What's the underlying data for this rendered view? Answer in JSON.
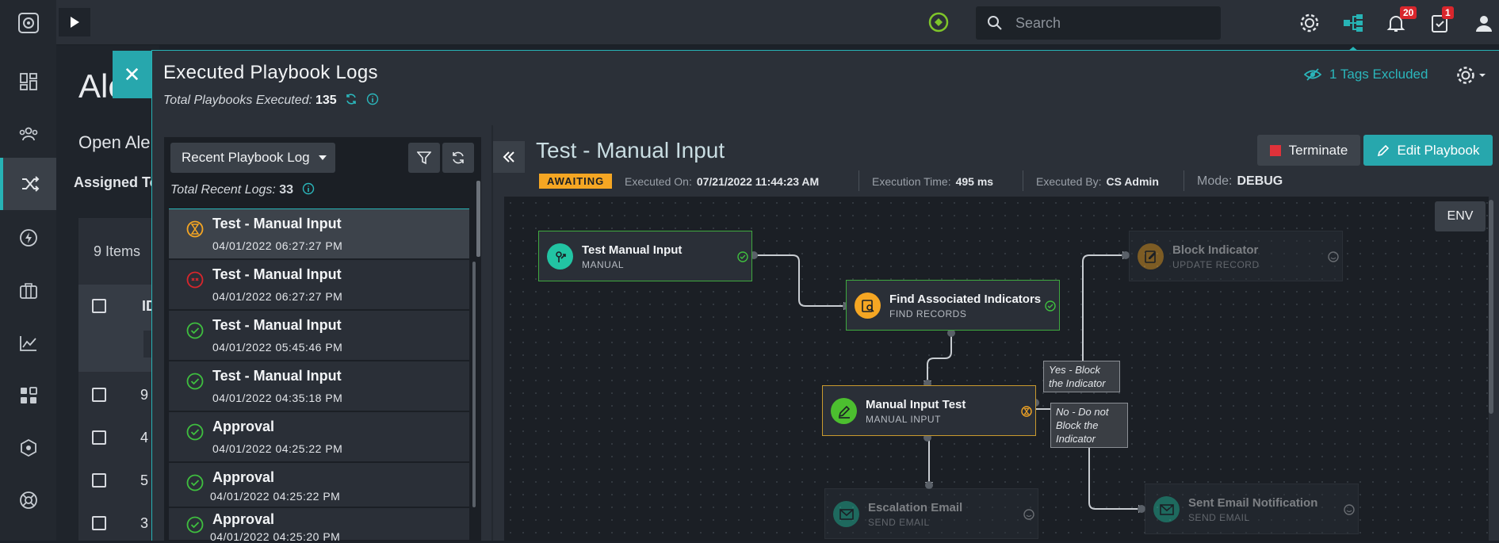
{
  "topbar": {
    "search_placeholder": "Search",
    "notifications_count": "20",
    "tasks_count": "1"
  },
  "background_page": {
    "title": "Ale",
    "open_label": "Open Ale",
    "assigned_label": "Assigned To",
    "items_label": "9 Items",
    "col_id": "ID",
    "row_ids": [
      "9",
      "4",
      "5",
      "3"
    ]
  },
  "drawer": {
    "title": "Executed Playbook Logs",
    "total_label": "Total Playbooks Executed:",
    "total_value": "135",
    "tags_excluded": "1 Tags Excluded"
  },
  "logs": {
    "filter_label": "Recent Playbook Log",
    "total_recent_label": "Total Recent Logs:",
    "total_recent_value": "33",
    "items": [
      {
        "name": "Test - Manual Input",
        "date": "04/01/2022 06:27:27 PM",
        "status": "awaiting"
      },
      {
        "name": "Test - Manual Input",
        "date": "04/01/2022 06:27:27 PM",
        "status": "failed"
      },
      {
        "name": "Test - Manual Input",
        "date": "04/01/2022 05:45:46 PM",
        "status": "success"
      },
      {
        "name": "Test - Manual Input",
        "date": "04/01/2022 04:35:18 PM",
        "status": "success"
      },
      {
        "name": "Approval",
        "date": "04/01/2022 04:25:22 PM",
        "status": "success"
      },
      {
        "name": "Approval",
        "date": "04/01/2022 04:25:22 PM",
        "status": "success"
      },
      {
        "name": "Approval",
        "date": "04/01/2022 04:25:20 PM",
        "status": "success"
      }
    ]
  },
  "playbook": {
    "title": "Test - Manual Input",
    "status_badge": "AWAITING",
    "executed_on_label": "Executed On:",
    "executed_on": "07/21/2022 11:44:23 AM",
    "execution_time_label": "Execution Time:",
    "execution_time": "495 ms",
    "executed_by_label": "Executed By:",
    "executed_by": "CS Admin",
    "mode_label": "Mode:",
    "mode": "DEBUG",
    "terminate_label": "Terminate",
    "edit_label": "Edit Playbook",
    "env_label": "ENV"
  },
  "nodes": {
    "start": {
      "title": "Test Manual Input",
      "sub": "MANUAL"
    },
    "find": {
      "title": "Find Associated Indicators",
      "sub": "FIND RECORDS"
    },
    "block": {
      "title": "Block Indicator",
      "sub": "UPDATE RECORD"
    },
    "manual": {
      "title": "Manual Input Test",
      "sub": "MANUAL INPUT"
    },
    "escalation": {
      "title": "Escalation Email",
      "sub": "SEND EMAIL"
    },
    "sent": {
      "title": "Sent Email Notification",
      "sub": "SEND EMAIL"
    }
  },
  "conditions": {
    "yes_line1": "Yes - Block",
    "yes_line2": "the Indicator",
    "no_line1": "No - Do not",
    "no_line2": "Block the",
    "no_line3": "Indicator"
  },
  "colors": {
    "accent": "#27a7ad",
    "success": "#3fa93f",
    "awaiting": "#f5a623",
    "failed": "#d9262c"
  }
}
